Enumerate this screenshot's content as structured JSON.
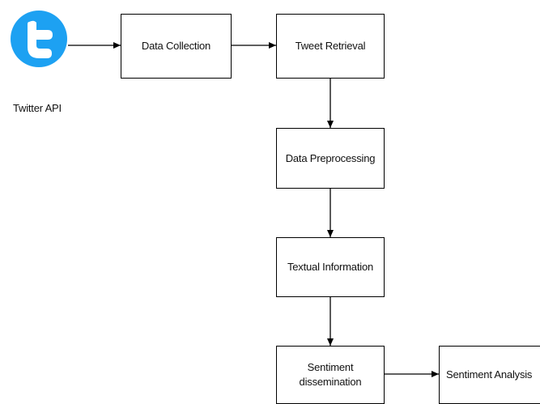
{
  "source": {
    "caption": "Twitter API",
    "icon": "twitter-bird-icon",
    "color": "#1da1f2"
  },
  "nodes": {
    "data_collection": "Data Collection",
    "tweet_retrieval": "Tweet Retrieval",
    "data_preprocessing": "Data Preprocessing",
    "textual_information": "Textual Information",
    "sentiment_dissemination_line1": "Sentiment",
    "sentiment_dissemination_line2": "dissemination",
    "sentiment_analysis": "Sentiment Analysis"
  },
  "style": {
    "border_color": "#000000",
    "arrow_color": "#000000"
  }
}
